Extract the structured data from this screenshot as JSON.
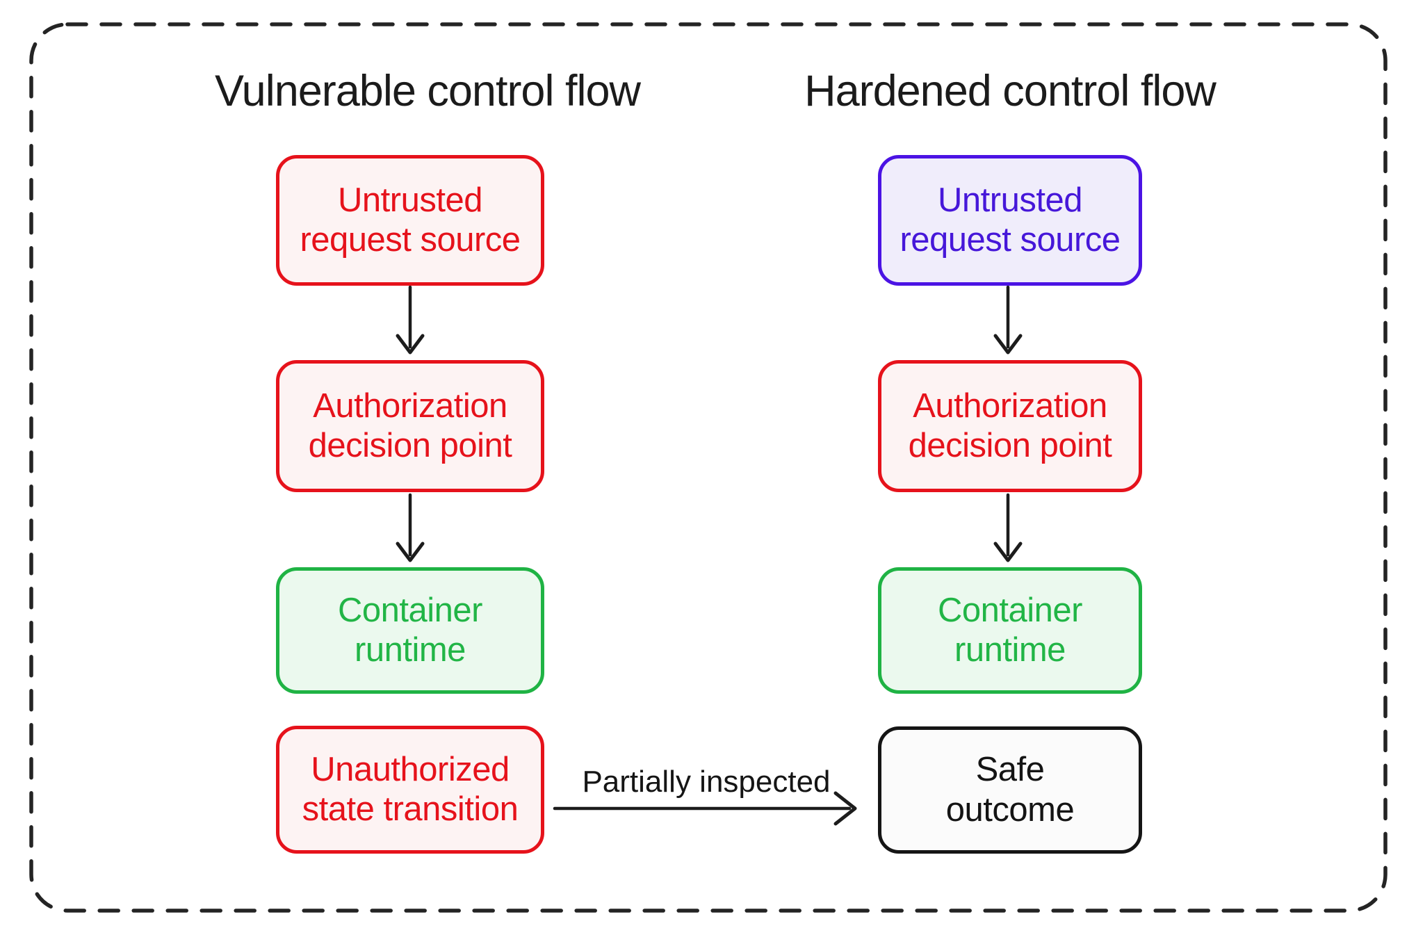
{
  "diagram": {
    "left_column": {
      "title": "Vulnerable control flow",
      "boxes": [
        {
          "line1": "Untrusted",
          "line2": "request source",
          "variant": "red"
        },
        {
          "line1": "Authorization",
          "line2": "decision point",
          "variant": "red"
        },
        {
          "line1": "Container",
          "line2": "runtime",
          "variant": "green"
        },
        {
          "line1": "Unauthorized",
          "line2": "state transition",
          "variant": "red"
        }
      ]
    },
    "right_column": {
      "title": "Hardened control flow",
      "boxes": [
        {
          "line1": "Untrusted",
          "line2": "request source",
          "variant": "blue"
        },
        {
          "line1": "Authorization",
          "line2": "decision point",
          "variant": "red"
        },
        {
          "line1": "Container",
          "line2": "runtime",
          "variant": "green"
        },
        {
          "line1": "Safe",
          "line2": "outcome",
          "variant": "black"
        }
      ]
    },
    "cross_arrow": {
      "label": "Partially inspected"
    },
    "colors": {
      "red_border": "#e6121b",
      "red_fill": "#fdf3f3",
      "red_text": "#e6121b",
      "blue_border": "#4b13e4",
      "blue_fill": "#f0edfb",
      "blue_text": "#4617d9",
      "green_border": "#1fb344",
      "green_fill": "#ebf9ee",
      "green_text": "#21b546",
      "black_border": "#151515",
      "black_fill": "#fbfbfb",
      "black_text": "#141414",
      "arrow": "#1c1c1c",
      "frame": "#242424",
      "title_text": "#1b1b1b",
      "label_text": "#151515"
    }
  }
}
